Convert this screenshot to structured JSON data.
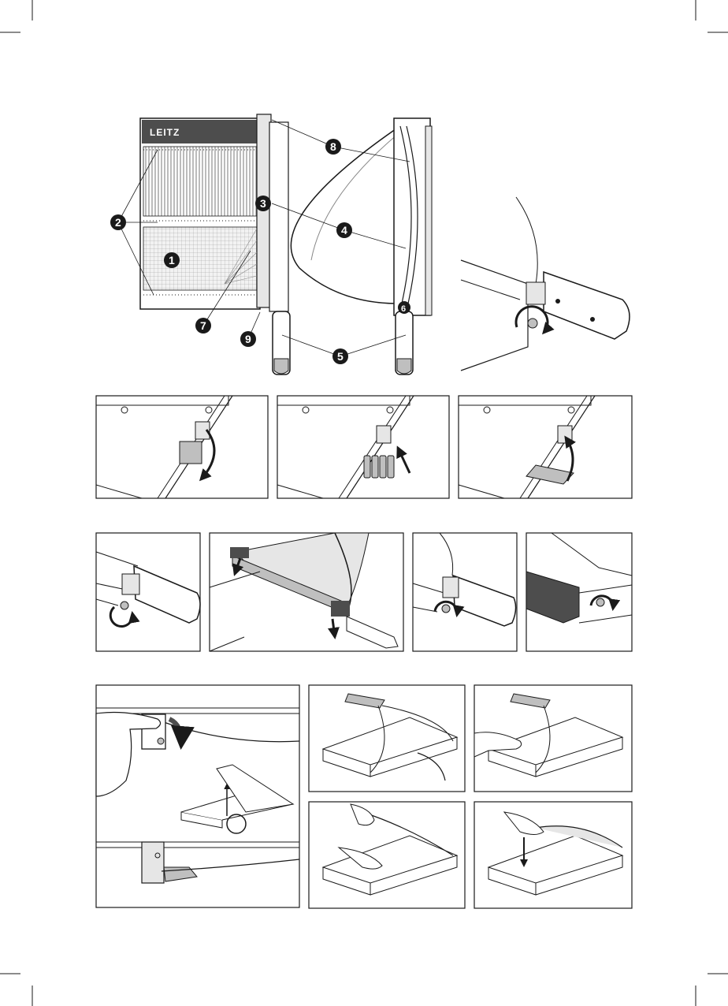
{
  "brand": {
    "logo_text": "LEITZ",
    "logo_mark": "®"
  },
  "callouts": [
    {
      "number": "1"
    },
    {
      "number": "2"
    },
    {
      "number": "3"
    },
    {
      "number": "4"
    },
    {
      "number": "5"
    },
    {
      "number": "6"
    },
    {
      "number": "7"
    },
    {
      "number": "8"
    },
    {
      "number": "9"
    }
  ],
  "colors": {
    "line": "#1a1a1a",
    "light_gray": "#e6e6e6",
    "mid_gray": "#bfbfbf",
    "dark_gray": "#4d4d4d",
    "callout_fill": "#1a1a1a"
  },
  "icons": [
    "rotate-arrow-icon",
    "curved-arrow-icon",
    "straight-arrow-icon",
    "battery-icon",
    "hand-icon",
    "magnifier-circle-icon"
  ]
}
